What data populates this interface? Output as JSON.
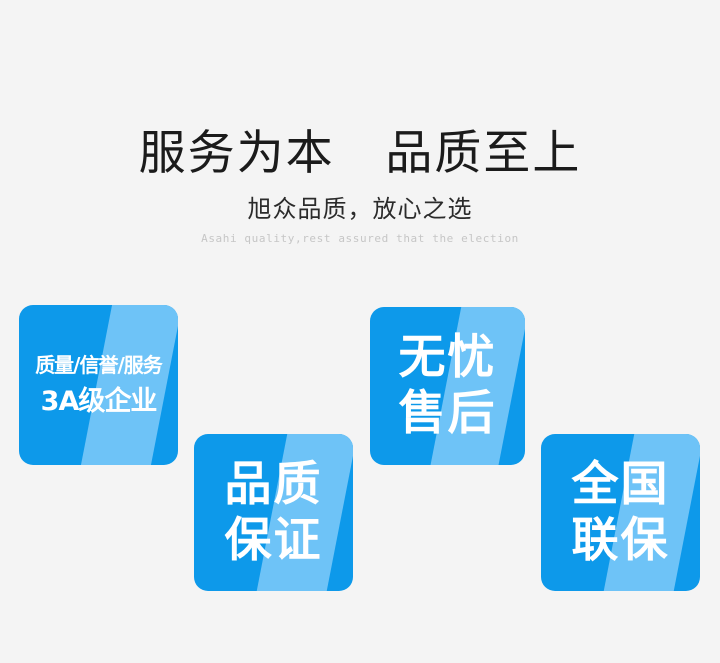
{
  "page": {
    "background_color": "#f4f4f4"
  },
  "heading": {
    "main_title": "服务为本   品质至上",
    "sub_title": "旭众品质，放心之选",
    "eng_title": "Asahi quality,rest assured that the election"
  },
  "colors": {
    "card_blue_dark": "#0d99ea",
    "card_blue_light": "#6ec3f7",
    "card_text": "#ffffff",
    "title_text": "#1b1b1b",
    "eng_text": "#c6c6c6"
  },
  "cards": [
    {
      "id": "aaa",
      "name": "3a-enterprise",
      "line_small": "质量/信誉/服务",
      "line_big": "3A级企业"
    },
    {
      "id": "quality",
      "name": "quality-guarantee",
      "line_top": "品质",
      "line_bottom": "保证"
    },
    {
      "id": "aftersale",
      "name": "worry-free-after-sales",
      "line_top": "无忧",
      "line_bottom": "售后"
    },
    {
      "id": "warranty",
      "name": "nationwide-warranty",
      "line_top": "全国",
      "line_bottom": "联保"
    }
  ]
}
